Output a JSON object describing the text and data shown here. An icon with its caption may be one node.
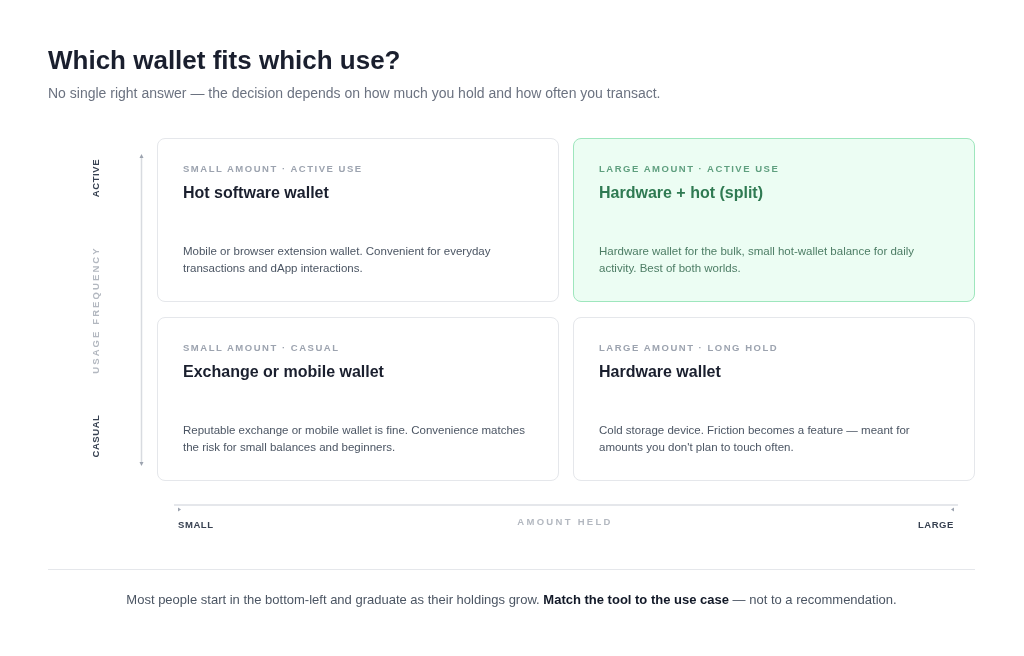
{
  "diagram": {
    "title": "Which wallet fits which use?",
    "caption": "Most people start in the bottom-left and graduate as their holdings grow. **Match the tool to the use case** — not to a recommendation.",
    "nodes": [
      {
        "text": [
          "SMALL AMOUNT · ACTIVE USE",
          "Hot software wallet",
          "Mobile or browser extension wallet. Convenient for everyday transactions and dApp interactions."
        ]
      },
      {
        "text": [
          "LARGE AMOUNT · ACTIVE USE",
          "Hardware + hot (split)",
          "Hardware wallet for the bulk, small hot-wallet balance for daily activity. Best of both worlds."
        ]
      },
      {
        "text": [
          "SMALL AMOUNT · CASUAL",
          "Exchange or mobile wallet",
          "Reputable exchange or mobile wallet is fine. Convenience matches the risk for small balances and beginners."
        ]
      },
      {
        "text": [
          "LARGE AMOUNT · LONG HOLD",
          "Hardware wallet",
          "Cold storage device. Friction becomes a feature — meant for amounts you don't plan to touch often."
        ]
      }
    ],
    "labels": [
      "No single right answer — the decision depends on how much you hold and how often you transact.",
      "ACTIVE",
      "USAGE FREQUENCY",
      "CASUAL",
      "SMALL",
      "AMOUNT HELD",
      "LARGE"
    ]
  }
}
